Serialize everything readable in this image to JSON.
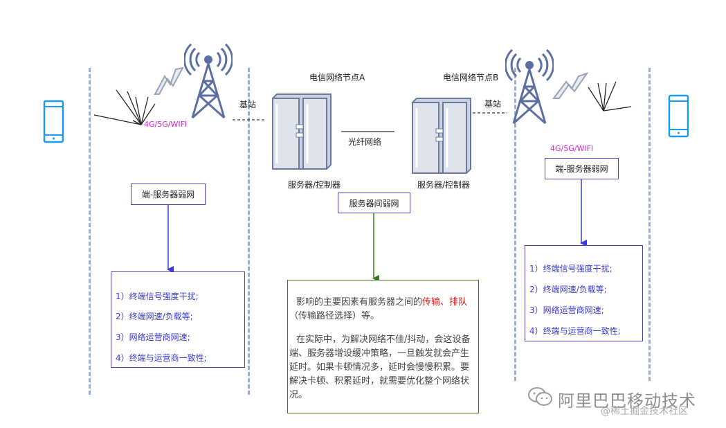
{
  "labels": {
    "node_a": "电信网络节点A",
    "node_b": "电信网络节点B",
    "base_station_left": "基站",
    "base_station_right": "基站",
    "fiber": "光纤网络",
    "server_left": "服务器/控制器",
    "server_right": "服务器/控制器",
    "net_type_left": "4G/5G/WIFI",
    "net_type_right": "4G/5G/WIFI"
  },
  "boxes": {
    "client_server_left": "端-服务器弱网",
    "client_server_right": "端-服务器弱网",
    "server_server": "服务器间弱网"
  },
  "factor_list_left": [
    "1）终端信号强度干扰;",
    "2）终端网速/负载等;",
    "3）网络运营商网速;",
    "4）终端与运营商一致性;"
  ],
  "factor_list_right": [
    "1）终端信号强度干扰;",
    "2）终端网速/负载等;",
    "3）网络运营商网速;",
    "4）终端与运营商一致性;"
  ],
  "description": {
    "p1_before": "影响的主要因素有服务器之间的",
    "p1_red1": "传输、",
    "p1_red2": "排队",
    "p1_after": "（传输路径选择）等。",
    "p2": "在实际中，为解决网络不佳/抖动，会这设备端、服务器增设缓冲策略，一旦触发就会产生延时。如果卡顿情况多，延时会慢慢积累。要解决卡顿、积累延时，就需要优化整个网络状况。"
  },
  "watermark": {
    "main": "阿里巴巴移动技术",
    "sub": "@稀土掘金技术社区"
  },
  "colors": {
    "dashed_line": "#97acd6",
    "box_border": "#4a3fb0",
    "arrow_blue": "#3a3ae0",
    "arrow_green": "#3b7a1e",
    "highlight_red": "#e0201b",
    "net_label": "#d41fd4",
    "phone": "#1e9be8",
    "tower": "#5b6fa3"
  }
}
